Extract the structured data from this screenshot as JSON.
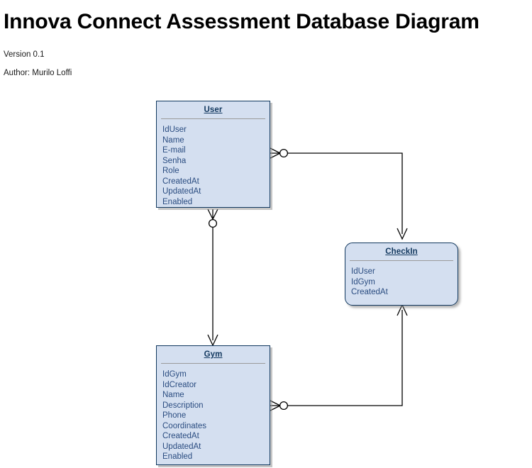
{
  "document": {
    "title": "Innova Connect Assessment Database Diagram",
    "version": "Version 0.1",
    "author": "Author: Murilo Loffi"
  },
  "theme": {
    "entity_fill": "#d4dff0",
    "entity_border": "#10375e",
    "title_text": "#12385f",
    "attribute_text": "#2a4c80",
    "connector_line": "#000000",
    "page_background": "#ffffff"
  },
  "entities": [
    {
      "id": "user",
      "name": "User",
      "shape": "rectangle",
      "attributes": [
        "IdUser",
        "Name",
        "E-mail",
        "Senha",
        "Role",
        "CreatedAt",
        "UpdatedAt",
        "Enabled"
      ]
    },
    {
      "id": "gym",
      "name": "Gym",
      "shape": "rectangle",
      "attributes": [
        "IdGym",
        "IdCreator",
        "Name",
        "Description",
        "Phone",
        "Coordinates",
        "CreatedAt",
        "UpdatedAt",
        "Enabled"
      ]
    },
    {
      "id": "checkin",
      "name": "CheckIn",
      "shape": "rounded-rectangle",
      "attributes": [
        "IdUser",
        "IdGym",
        "CreatedAt"
      ]
    }
  ],
  "relationships": [
    {
      "id": "user-checkin",
      "from": "User",
      "to": "CheckIn",
      "from_cardinality": "zero-or-many",
      "to_cardinality": "one"
    },
    {
      "id": "user-gym",
      "from": "User",
      "to": "Gym",
      "from_cardinality": "zero-or-many",
      "to_cardinality": "one"
    },
    {
      "id": "gym-checkin",
      "from": "Gym",
      "to": "CheckIn",
      "from_cardinality": "zero-or-many",
      "to_cardinality": "one"
    }
  ]
}
